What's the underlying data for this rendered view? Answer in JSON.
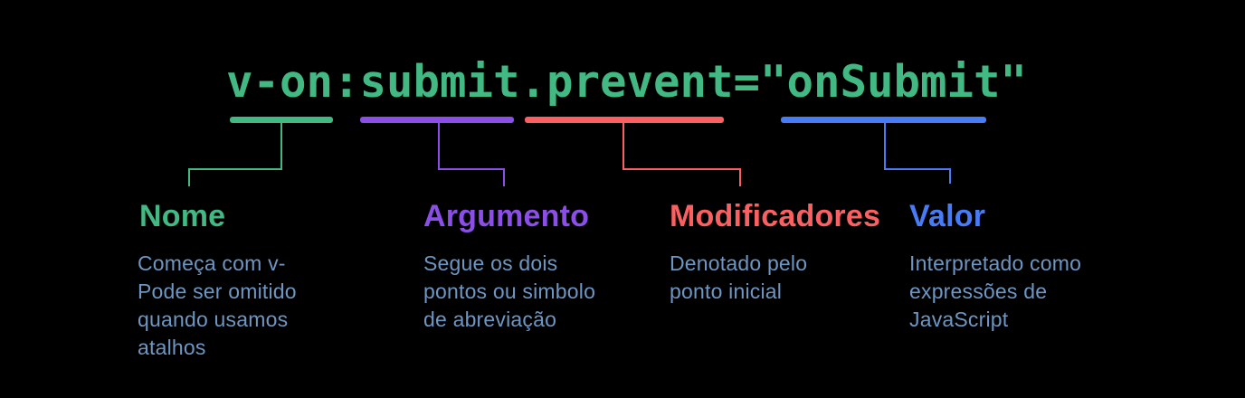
{
  "palette": {
    "background": "#000000",
    "code_green": "#42b883",
    "description_text": "#6e96c3"
  },
  "code": {
    "full": "v-on:submit.prevent=\"onSubmit\"",
    "color": "#42b883"
  },
  "groups": [
    {
      "target": "v-on",
      "label": "Nome",
      "description": "Começa com v-\nPode ser omitido\nquando usamos\natalhos",
      "color": "#42b883"
    },
    {
      "target": "submit",
      "label": "Argumento",
      "description": "Segue os dois\npontos ou simbolo\nde abreviação",
      "color": "#8b4fe8"
    },
    {
      "target": "prevent",
      "label": "Modificadores",
      "description": "Denotado pelo\nponto inicial",
      "color": "#fa6062"
    },
    {
      "target": "onSubmit",
      "label": "Valor",
      "description": "Interpretado como\nexpressões de\nJavaScript",
      "color": "#487cf6"
    }
  ]
}
